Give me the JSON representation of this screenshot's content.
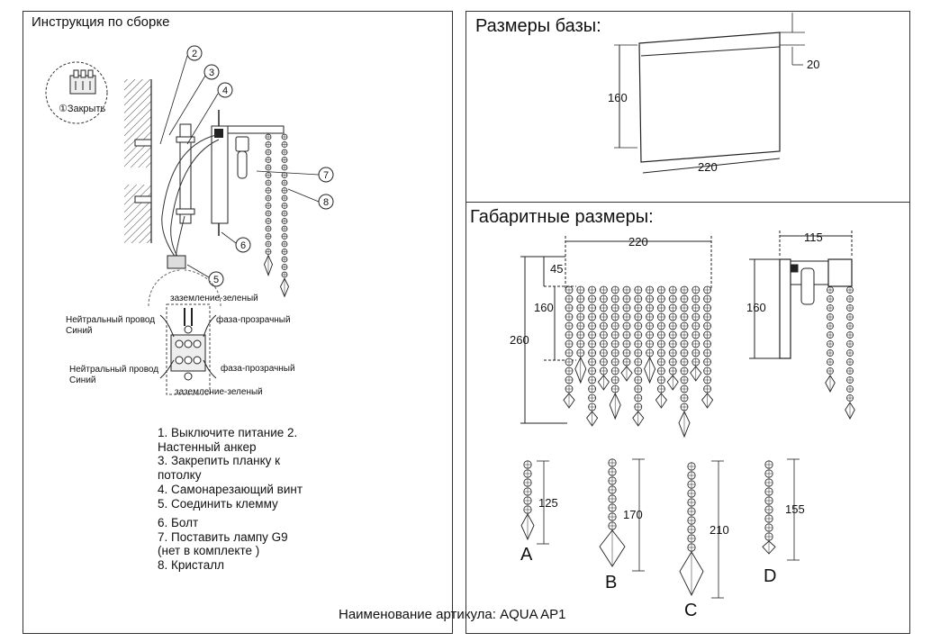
{
  "left": {
    "title": "Инструкция по сборке",
    "lock_label": "①Закрыть",
    "callouts": [
      "2",
      "3",
      "4",
      "7",
      "8",
      "6",
      "5"
    ],
    "wiring": {
      "ground_top": "заземление-зеленый",
      "neutral_top": "Нейтральный провод\nСиний",
      "phase_top": "фаза-прозрачный",
      "neutral_bottom": "Нейтральный провод\nСиний",
      "phase_bottom": "фаза-прозрачный",
      "ground_bottom": "заземление-зеленый"
    },
    "steps": [
      "1. Выключите питание 2.",
      "Настенный анкер",
      "3. Закрепить планку к",
      "потолку",
      "4. Самонарезающий винт",
      "5. Соединить клемму",
      "6. Болт",
      "7. Поставить лампу G9",
      "(нет в комплекте )",
      "8. Кристалл"
    ]
  },
  "base": {
    "title": "Размеры базы:",
    "height": "160",
    "width": "220",
    "depth": "20"
  },
  "overall": {
    "title": "Габаритные размеры:",
    "width": "220",
    "top_offset": "45",
    "inner_height": "160",
    "total_height": "260",
    "side_depth": "115",
    "side_height": "160"
  },
  "strands": [
    {
      "letter": "A",
      "length": "125"
    },
    {
      "letter": "B",
      "length": "170"
    },
    {
      "letter": "C",
      "length": "210"
    },
    {
      "letter": "D",
      "length": "155"
    }
  ],
  "article": "Наименование артикула: AQUA AP1"
}
